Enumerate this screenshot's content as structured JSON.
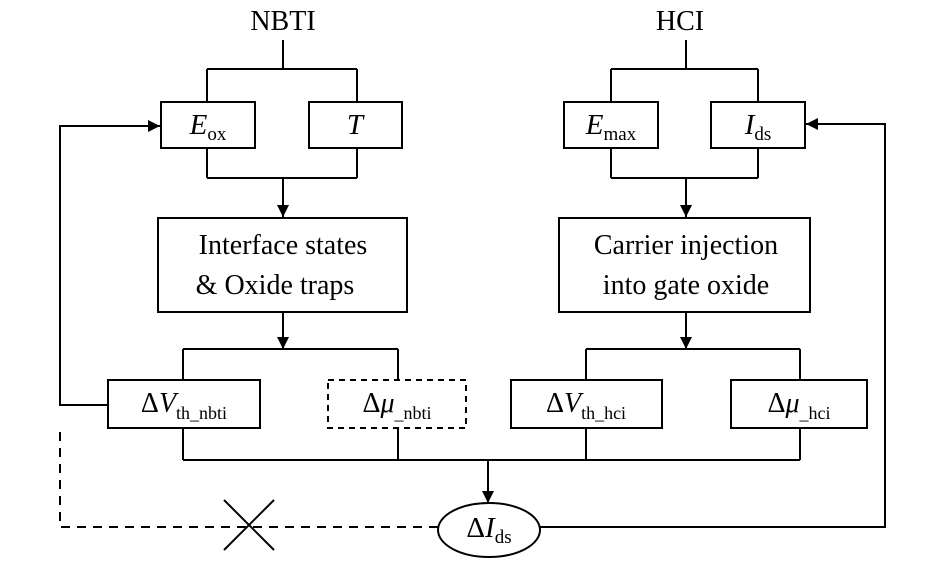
{
  "diagram": {
    "nbti_title": "NBTI",
    "hci_title": "HCI",
    "nbti_inputs": {
      "eox": {
        "main": "E",
        "sub": "ox"
      },
      "t": {
        "main": "T"
      }
    },
    "hci_inputs": {
      "emax": {
        "main": "E",
        "sub": "max"
      },
      "ids": {
        "main": "I",
        "sub": "ds"
      }
    },
    "nbti_mechanism": {
      "line1": "Interface states",
      "line2": "& Oxide traps"
    },
    "hci_mechanism": {
      "line1": "Carrier injection",
      "line2": "into gate oxide"
    },
    "outputs": {
      "dvth_nbti": {
        "delta": "Δ",
        "main": "V",
        "sub": "th_nbti"
      },
      "dmu_nbti": {
        "delta": "Δ",
        "main": "μ",
        "sub": "_nbti"
      },
      "dvth_hci": {
        "delta": "Δ",
        "main": "V",
        "sub": "th_hci"
      },
      "dmu_hci": {
        "delta": "Δ",
        "main": "μ",
        "sub": "_hci"
      }
    },
    "result": {
      "delta": "Δ",
      "main": "I",
      "sub": "ds"
    }
  }
}
